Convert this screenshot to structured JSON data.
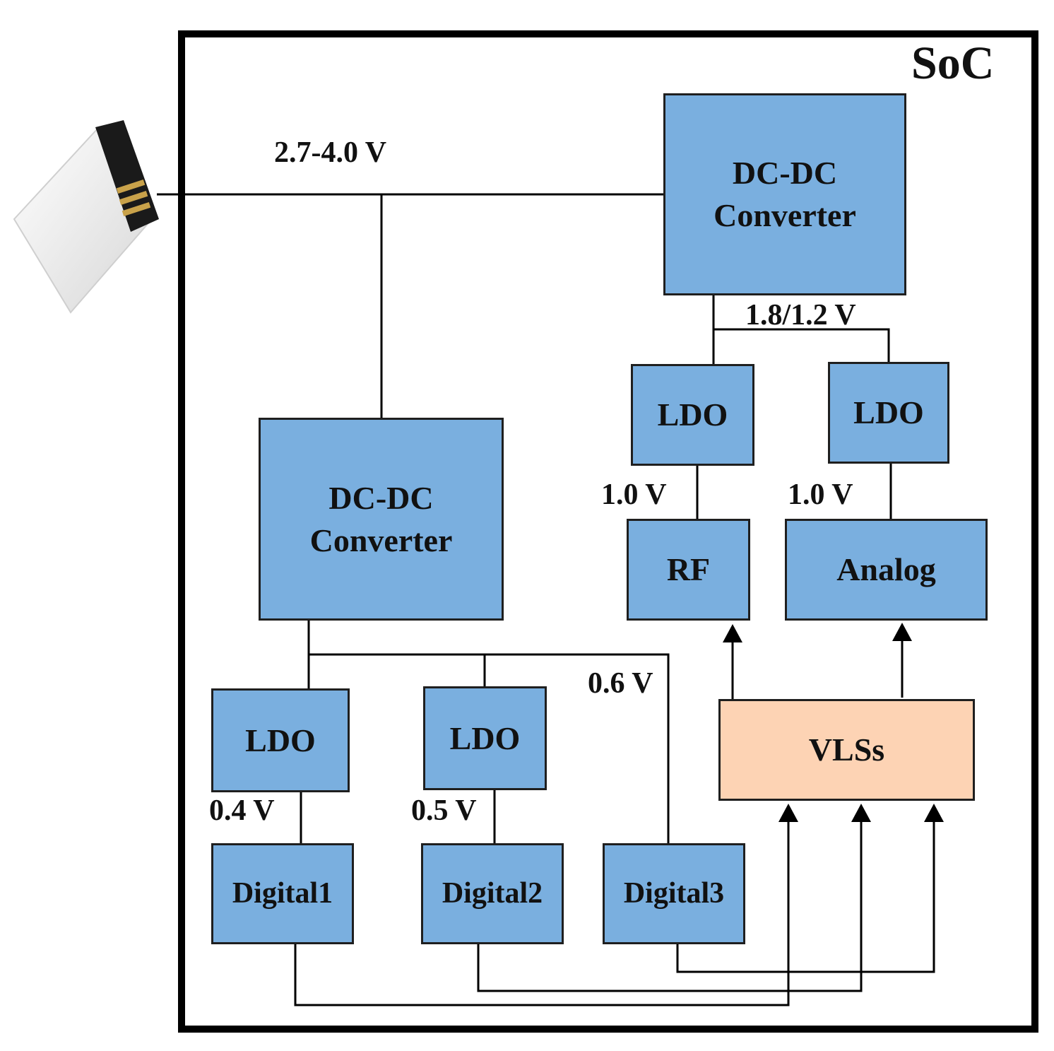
{
  "soc_label": "SoC",
  "colors": {
    "block_blue": "#7aafdf",
    "vls_orange": "#fdd3b4",
    "wire": "#000000"
  },
  "icons": {
    "battery": "battery-icon"
  },
  "voltages": {
    "supply": "2.7-4.0 V",
    "top_dcdc_out": "1.8/1.2 V",
    "rf_ldo_out": "1.0 V",
    "analog_ldo_out": "1.0 V",
    "digital3_rail": "0.6 V",
    "digital1_ldo_out": "0.4 V",
    "digital2_ldo_out": "0.5 V"
  },
  "blocks": {
    "dcdc_top": "DC-DC\nConverter",
    "dcdc_left": "DC-DC\nConverter",
    "ldo_rf": "LDO",
    "ldo_analog": "LDO",
    "rf": "RF",
    "analog": "Analog",
    "vlss": "VLSs",
    "ldo_d1": "LDO",
    "ldo_d2": "LDO",
    "digital1": "Digital1",
    "digital2": "Digital2",
    "digital3": "Digital3"
  }
}
